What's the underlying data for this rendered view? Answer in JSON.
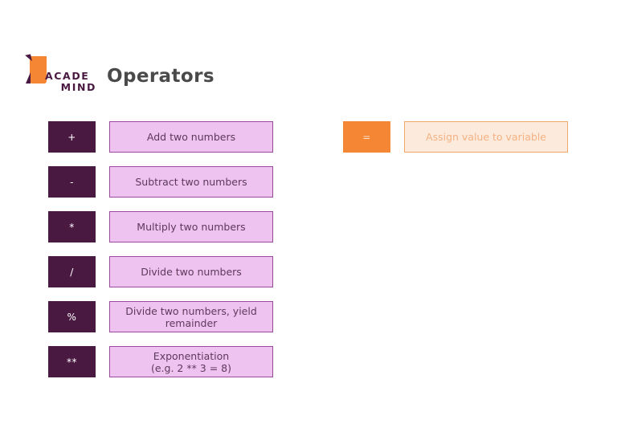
{
  "logo": {
    "name": "academind-logo",
    "line1": "ACADE",
    "line2": "MIND",
    "flag_color": "#F58634",
    "text_color": "#4A1942"
  },
  "header": {
    "title": "Operators",
    "title_color": "#4A4A4A"
  },
  "theme": {
    "symbol_bg": "#4A1942",
    "symbol_fg": "#FFFFFF",
    "desc_bg": "#EFC3EF",
    "desc_border": "#9A4A9A",
    "desc_fg": "#5C3A5C",
    "accent_symbol_bg": "#F58634",
    "accent_symbol_fg": "#FCDFC6",
    "accent_desc_bg": "#FCEBDC",
    "accent_desc_border": "#F1A769",
    "accent_desc_fg": "#F5B183",
    "page_bg": "#FFFFFF"
  },
  "arithmetic_operators": [
    {
      "symbol": "+",
      "description": "Add two numbers",
      "description_line2": ""
    },
    {
      "symbol": "-",
      "description": "Subtract two numbers",
      "description_line2": ""
    },
    {
      "symbol": "*",
      "description": "Multiply two numbers",
      "description_line2": ""
    },
    {
      "symbol": "/",
      "description": "Divide two numbers",
      "description_line2": ""
    },
    {
      "symbol": "%",
      "description": "Divide two numbers, yield",
      "description_line2": "remainder"
    },
    {
      "symbol": "**",
      "description": "Exponentiation",
      "description_line2": "(e.g. 2 ** 3 = 8)"
    }
  ],
  "assignment_operators": [
    {
      "symbol": "=",
      "description": "Assign value to variable",
      "description_line2": ""
    }
  ]
}
